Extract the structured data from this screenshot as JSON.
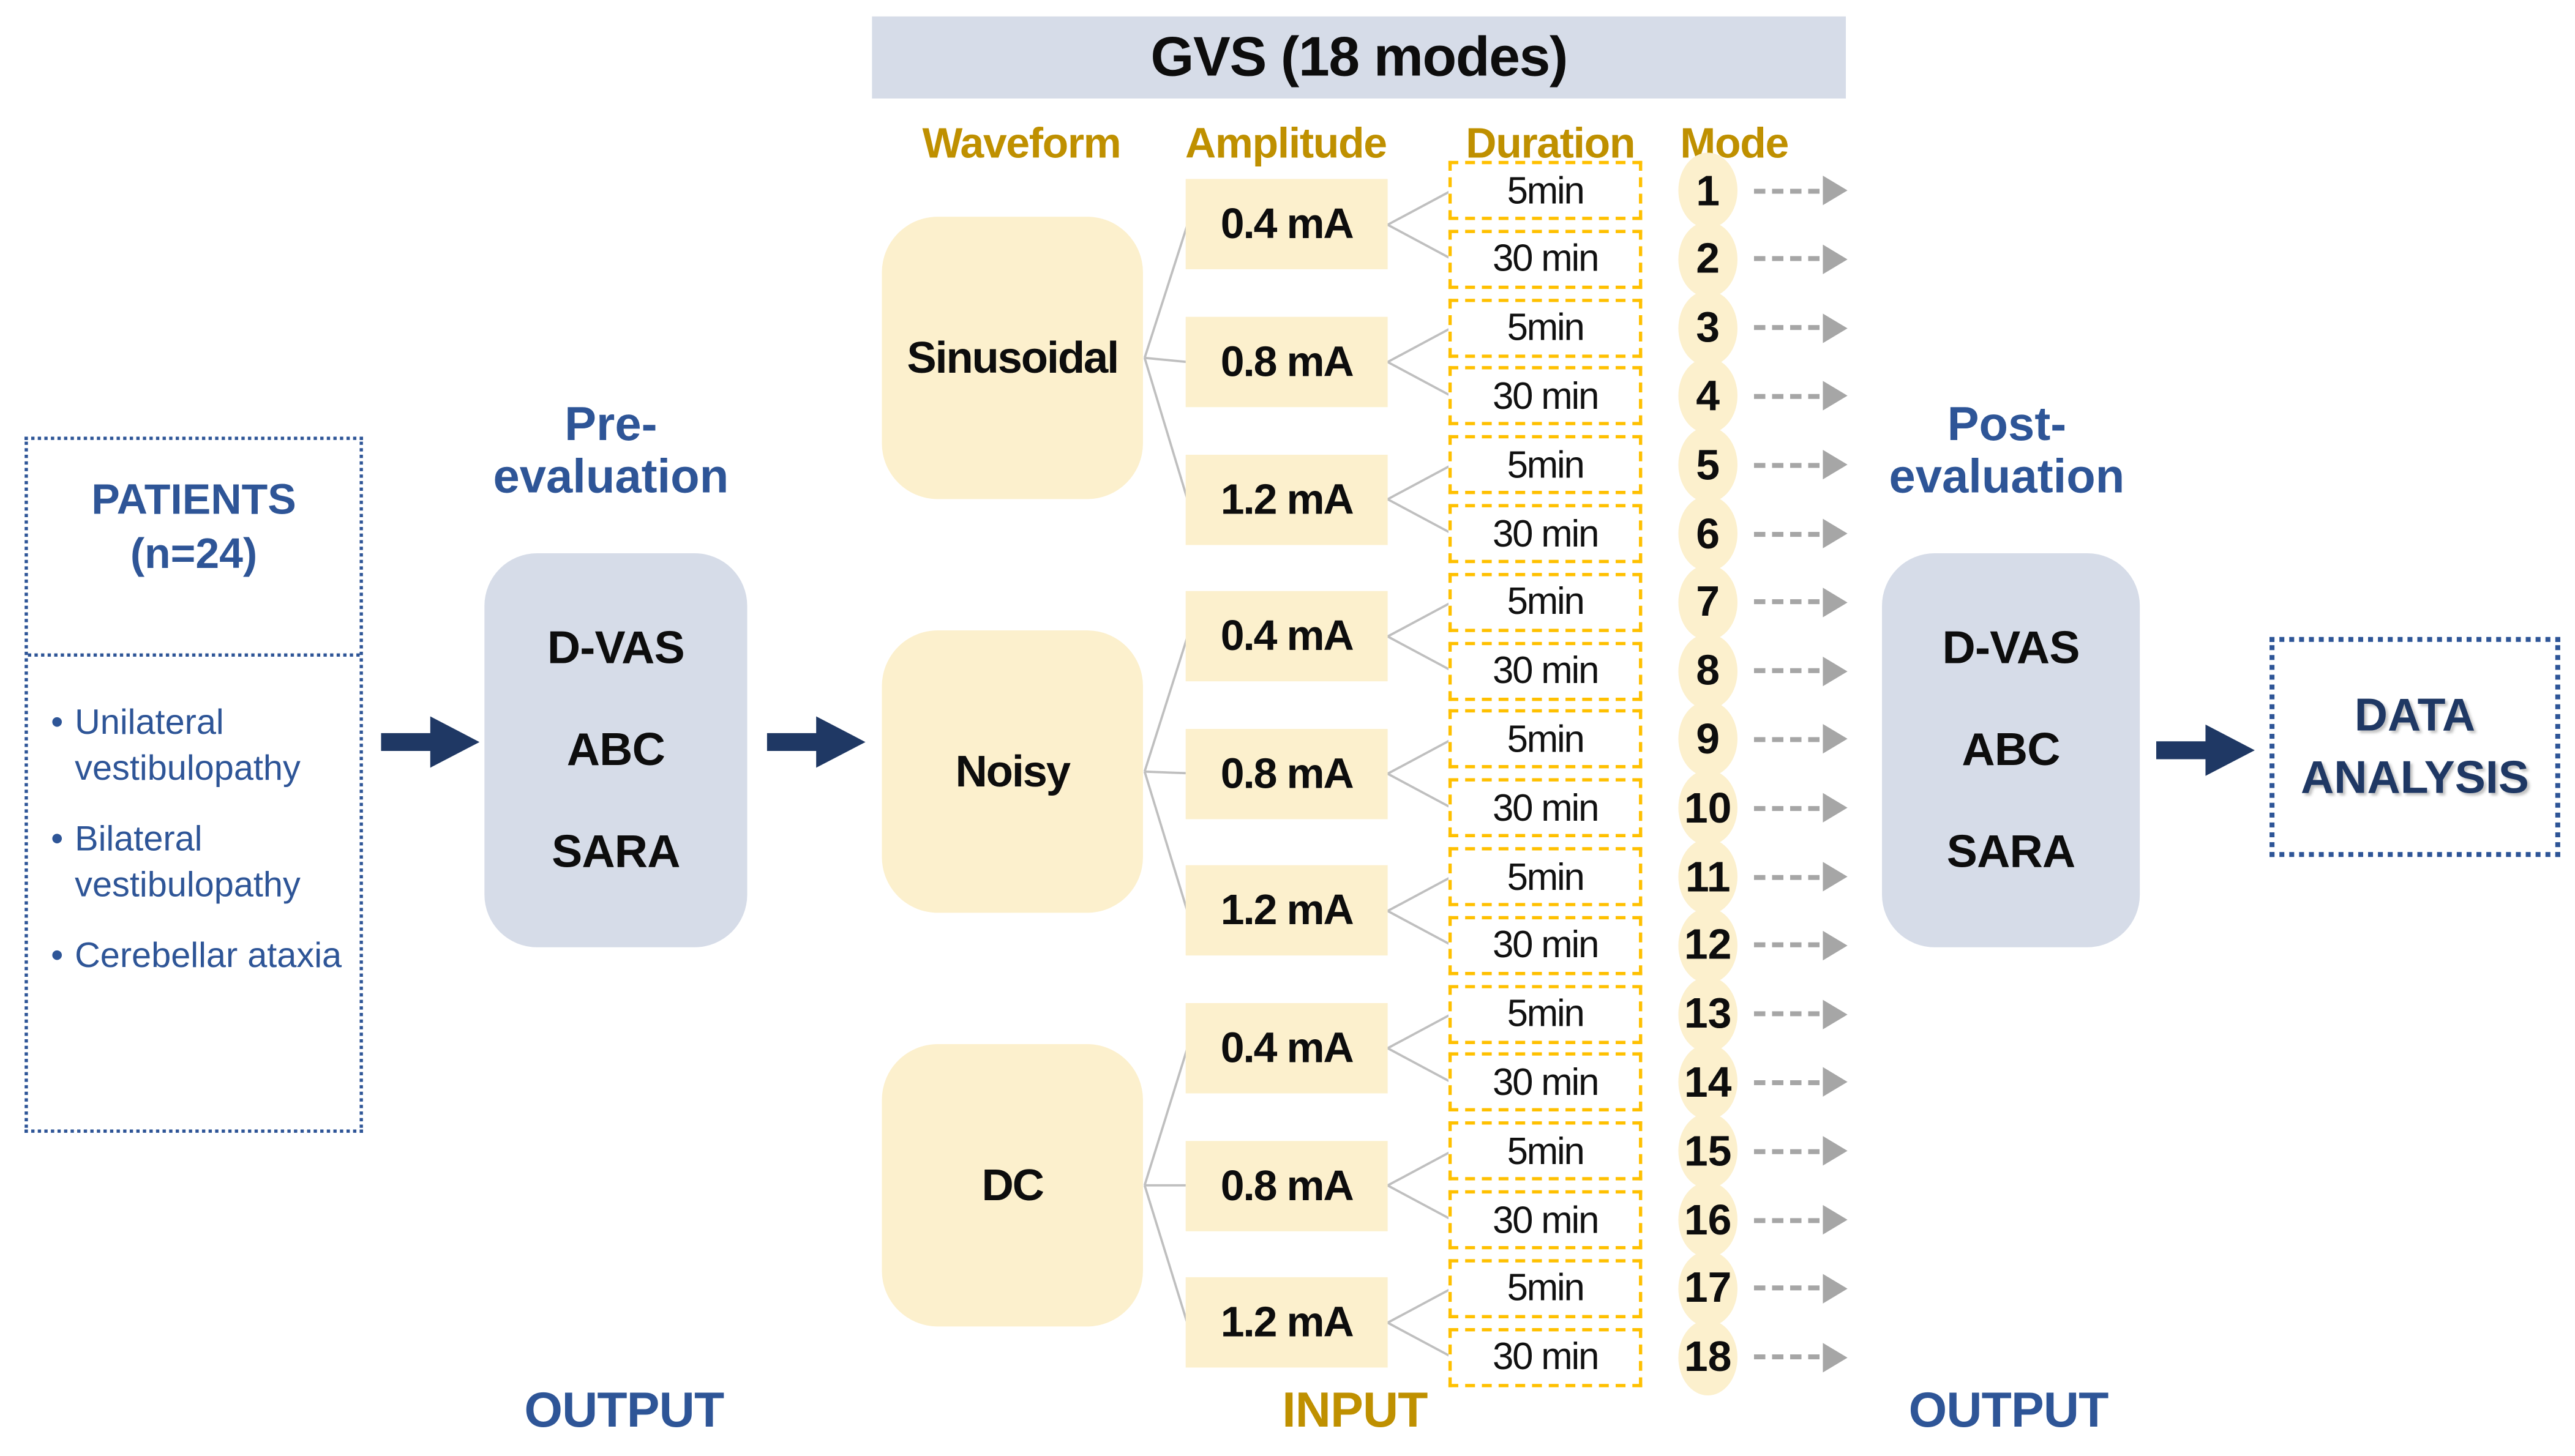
{
  "patients": {
    "title": "PATIENTS",
    "subtitle": "(n=24)",
    "bullet": "•",
    "items": [
      "Unilateral vestibulopathy",
      "Bilateral vestibulopathy",
      "Cerebellar ataxia"
    ]
  },
  "pre_evaluation": {
    "title_line1": "Pre-",
    "title_line2": "evaluation",
    "items": [
      "D-VAS",
      "ABC",
      "SARA"
    ]
  },
  "post_evaluation": {
    "title_line1": "Post-",
    "title_line2": "evaluation",
    "items": [
      "D-VAS",
      "ABC",
      "SARA"
    ]
  },
  "labels": {
    "output_left": "OUTPUT",
    "input": "INPUT",
    "output_right": "OUTPUT"
  },
  "gvs": {
    "title": "GVS (18 modes)",
    "columns": [
      "Waveform",
      "Amplitude",
      "Duration",
      "Mode"
    ],
    "waveforms": [
      {
        "name": "Sinusoidal",
        "amplitudes": [
          {
            "label": "0.4 mA",
            "durations": [
              {
                "label": "5min",
                "mode": "1"
              },
              {
                "label": "30 min",
                "mode": "2"
              }
            ]
          },
          {
            "label": "0.8 mA",
            "durations": [
              {
                "label": "5min",
                "mode": "3"
              },
              {
                "label": "30 min",
                "mode": "4"
              }
            ]
          },
          {
            "label": "1.2 mA",
            "durations": [
              {
                "label": "5min",
                "mode": "5"
              },
              {
                "label": "30 min",
                "mode": "6"
              }
            ]
          }
        ]
      },
      {
        "name": "Noisy",
        "amplitudes": [
          {
            "label": "0.4 mA",
            "durations": [
              {
                "label": "5min",
                "mode": "7"
              },
              {
                "label": "30 min",
                "mode": "8"
              }
            ]
          },
          {
            "label": "0.8 mA",
            "durations": [
              {
                "label": "5min",
                "mode": "9"
              },
              {
                "label": "30 min",
                "mode": "10"
              }
            ]
          },
          {
            "label": "1.2 mA",
            "durations": [
              {
                "label": "5min",
                "mode": "11"
              },
              {
                "label": "30 min",
                "mode": "12"
              }
            ]
          }
        ]
      },
      {
        "name": "DC",
        "amplitudes": [
          {
            "label": "0.4 mA",
            "durations": [
              {
                "label": "5min",
                "mode": "13"
              },
              {
                "label": "30 min",
                "mode": "14"
              }
            ]
          },
          {
            "label": "0.8 mA",
            "durations": [
              {
                "label": "5min",
                "mode": "15"
              },
              {
                "label": "30 min",
                "mode": "16"
              }
            ]
          },
          {
            "label": "1.2 mA",
            "durations": [
              {
                "label": "5min",
                "mode": "17"
              },
              {
                "label": "30 min",
                "mode": "18"
              }
            ]
          }
        ]
      }
    ]
  },
  "data_analysis": {
    "line1": "DATA",
    "line2": "ANALYSIS"
  },
  "colors": {
    "navy": "#1F3864",
    "blue": "#2E5597",
    "gold_text": "#BF9000",
    "duration_border": "#FFC000",
    "cream_fill": "#FCF0CD",
    "panel_fill": "#D6DCE8",
    "dashed_arrow_gray": "#A6A6A6",
    "connector_gray": "#BFBFBF"
  }
}
